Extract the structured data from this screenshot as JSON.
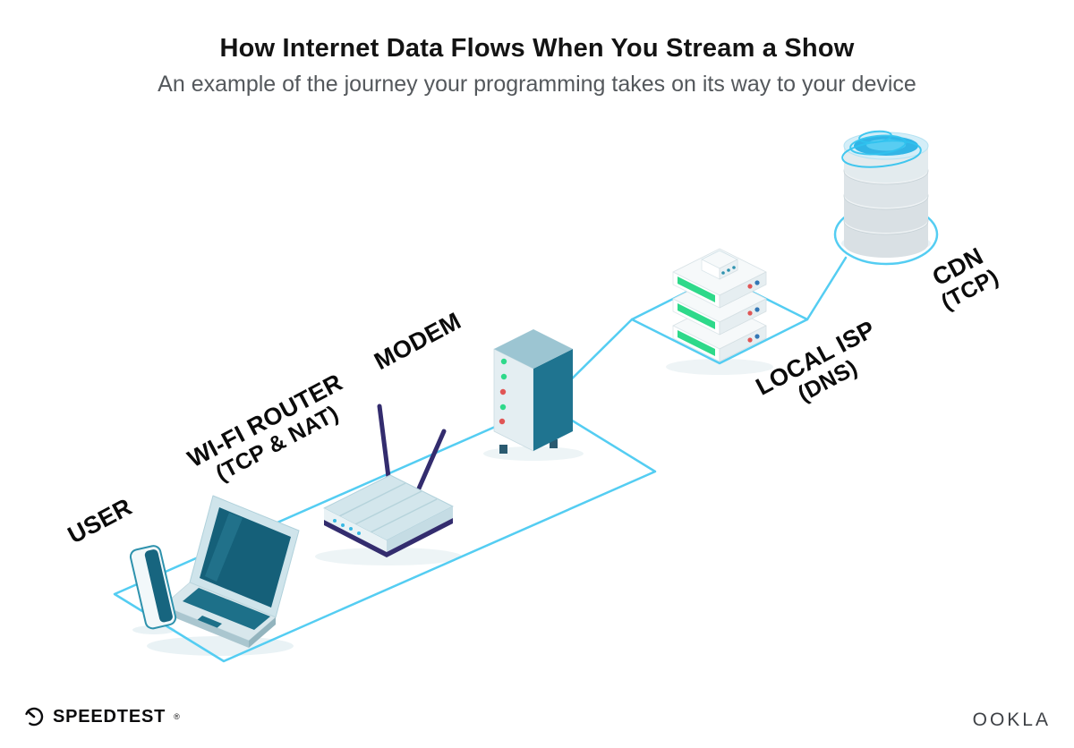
{
  "header": {
    "title": "How Internet Data Flows When You Stream a Show",
    "subtitle": "An example of the journey your programming takes on its way to your device"
  },
  "nodes": {
    "user": {
      "label": "USER"
    },
    "wifi_router": {
      "label": "WI-FI ROUTER",
      "sublabel": "(TCP & NAT)"
    },
    "modem": {
      "label": "MODEM"
    },
    "local_isp": {
      "label": "LOCAL ISP",
      "sublabel": "(DNS)"
    },
    "cdn": {
      "label": "CDN",
      "sublabel": "(TCP)"
    }
  },
  "footer": {
    "speedtest": {
      "text": "SPEEDTEST",
      "mark": "®"
    },
    "ookla": {
      "text": "OOKLA"
    }
  },
  "colors": {
    "path_blue": "#54cdf2",
    "teal_dark": "#156079",
    "teal_mid": "#1f7490",
    "antenna_navy": "#332c6e",
    "led_green": "#2ed98a",
    "led_red": "#e05555",
    "dot_blue": "#3277b5",
    "cdn_cyan": "#31b5e6"
  }
}
